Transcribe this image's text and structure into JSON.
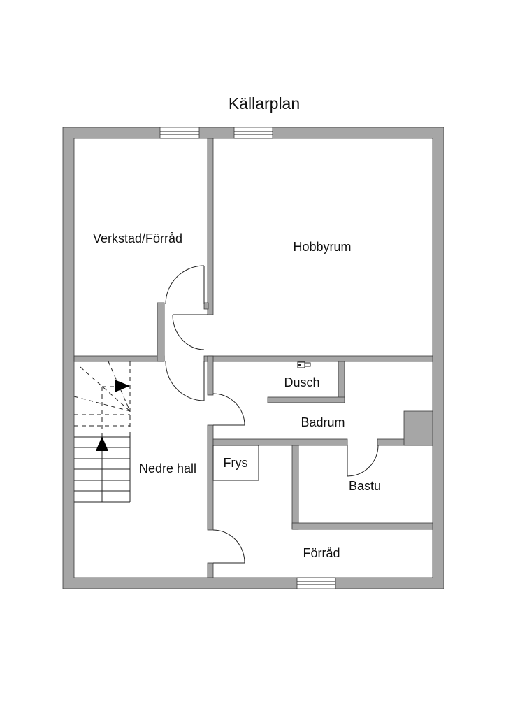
{
  "title": "Källarplan",
  "rooms": {
    "verkstad": "Verkstad/Förråd",
    "hobbyrum": "Hobbyrum",
    "dusch": "Dusch",
    "badrum": "Badrum",
    "nedre_hall": "Nedre hall",
    "frys": "Frys",
    "bastu": "Bastu",
    "forrad": "Förråd"
  },
  "colors": {
    "wall": "#a6a6a6",
    "line": "#222222"
  }
}
